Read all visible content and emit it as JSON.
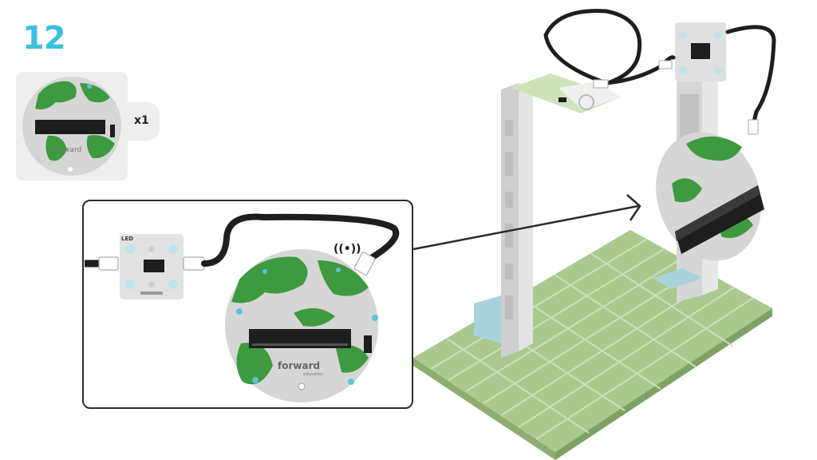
{
  "step": {
    "number": "12"
  },
  "parts": {
    "quantity": "x1",
    "board_brand": "Forward"
  },
  "detail": {
    "led_label": "LED",
    "board_brand": "forward",
    "board_subbrand": "education",
    "wireless_symbol": "((•))"
  },
  "colors": {
    "step_accent": "#3ec1e0",
    "board_green": "#3e9a3f",
    "board_grey": "#d6d6d6",
    "baseplate_green": "#a9c98f",
    "frame_grey": "#d9d9d9",
    "cable_black": "#1e1e1e"
  }
}
